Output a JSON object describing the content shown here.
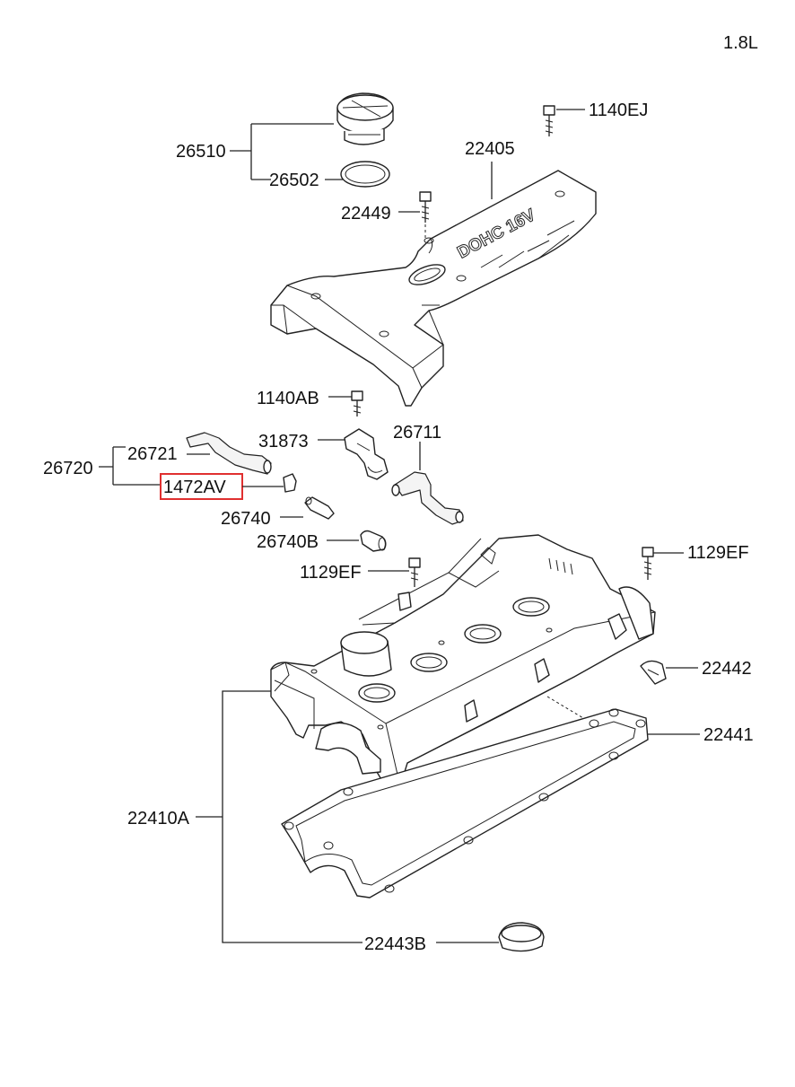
{
  "engine": "1.8L",
  "highlighted_part": "1472AV",
  "labels": {
    "p26510": "26510",
    "p26502": "26502",
    "p1140EJ": "1140EJ",
    "p22405": "22405",
    "p22449": "22449",
    "p1140AB": "1140AB",
    "p31873": "31873",
    "p26711": "26711",
    "p26721": "26721",
    "p26720": "26720",
    "p1472AV": "1472AV",
    "p26740": "26740",
    "p26740B": "26740B",
    "p1129EF_left": "1129EF",
    "p1129EF_right": "1129EF",
    "p22442": "22442",
    "p22441": "22441",
    "p22410A": "22410A",
    "p22443B": "22443B"
  },
  "cover_text": "DOHC 16V",
  "colors": {
    "line": "#222222",
    "highlight": "#e03030"
  }
}
